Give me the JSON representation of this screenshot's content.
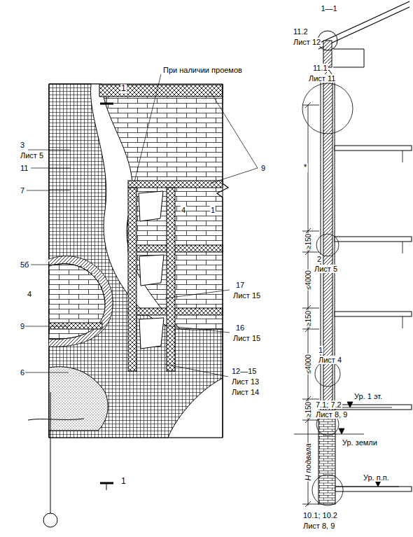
{
  "diagram": {
    "labels": [
      "1",
      "При наличии проемов",
      "3",
      "Лист 5",
      "11",
      "7",
      "9",
      "4",
      "1",
      "5б",
      "4",
      "9",
      "17",
      "Лист 15",
      "16",
      "Лист 15",
      "12—15",
      "Лист 13",
      "Лист 14",
      "6",
      "1",
      "1—1",
      "11.2",
      "Лист 12",
      "11.1",
      "Лист 11",
      "*",
      "≥150",
      "2",
      "Лист 5",
      "≤4000",
      "≥150",
      "1",
      "Лист 4",
      "≤4000",
      "7.1; 7.2",
      "Лист 8, 9",
      "Ур. 1 эт.",
      "≥150",
      "Ур. земли",
      "H подвала",
      "Ур. п.п.",
      "10.1; 10.2",
      "Лист 8, 9"
    ]
  }
}
